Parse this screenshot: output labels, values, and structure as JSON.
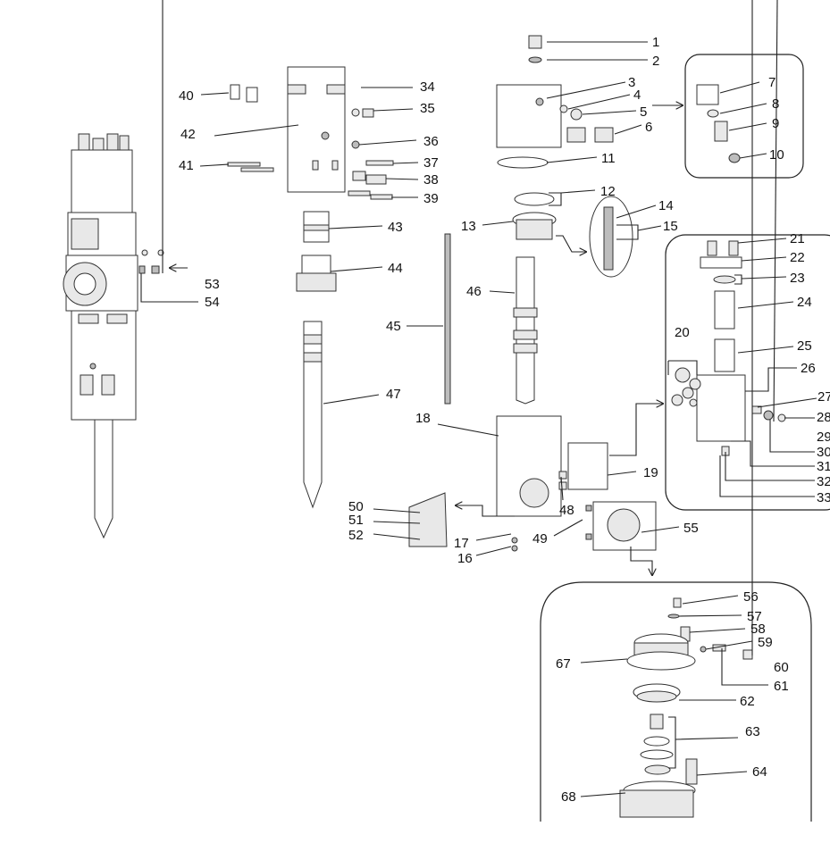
{
  "callouts": [
    "1",
    "2",
    "3",
    "4",
    "5",
    "6",
    "7",
    "8",
    "9",
    "10",
    "11",
    "12",
    "13",
    "14",
    "15",
    "16",
    "17",
    "18",
    "19",
    "20",
    "21",
    "22",
    "23",
    "24",
    "25",
    "26",
    "27",
    "28",
    "29",
    "30",
    "31",
    "32",
    "33",
    "34",
    "35",
    "36",
    "37",
    "38",
    "39",
    "40",
    "41",
    "42",
    "43",
    "44",
    "45",
    "46",
    "47",
    "48",
    "49",
    "50",
    "51",
    "52",
    "53",
    "54",
    "55",
    "56",
    "57",
    "58",
    "59",
    "60",
    "61",
    "62",
    "63",
    "64",
    "67",
    "68"
  ]
}
